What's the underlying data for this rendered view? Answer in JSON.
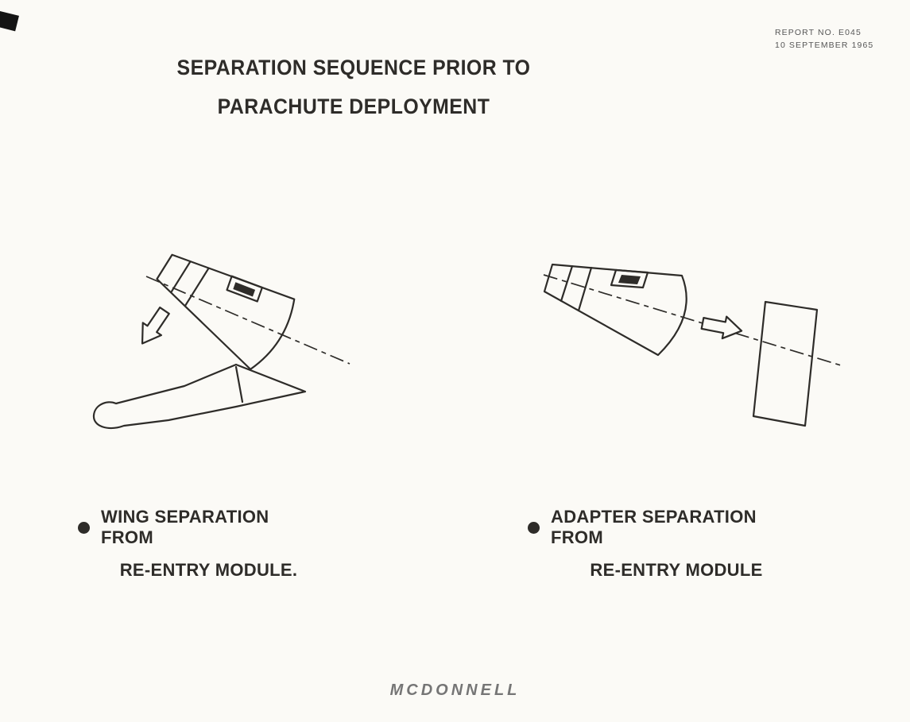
{
  "colors": {
    "paper": "#fbfaf6",
    "ink": "#2e2c29",
    "logo": "#757575",
    "meta": "#565656"
  },
  "header": {
    "report_no": "REPORT NO. E045",
    "report_date": "10 SEPTEMBER 1965"
  },
  "title": {
    "line1": "SEPARATION SEQUENCE PRIOR TO",
    "line2": "PARACHUTE DEPLOYMENT"
  },
  "figures": {
    "left": {
      "caption_line1": "WING SEPARATION FROM",
      "caption_line2": "RE-ENTRY MODULE."
    },
    "right": {
      "caption_line1": "ADAPTER SEPARATION FROM",
      "caption_line2": "RE-ENTRY MODULE"
    }
  },
  "footer": {
    "logo": "MCDONNELL"
  }
}
